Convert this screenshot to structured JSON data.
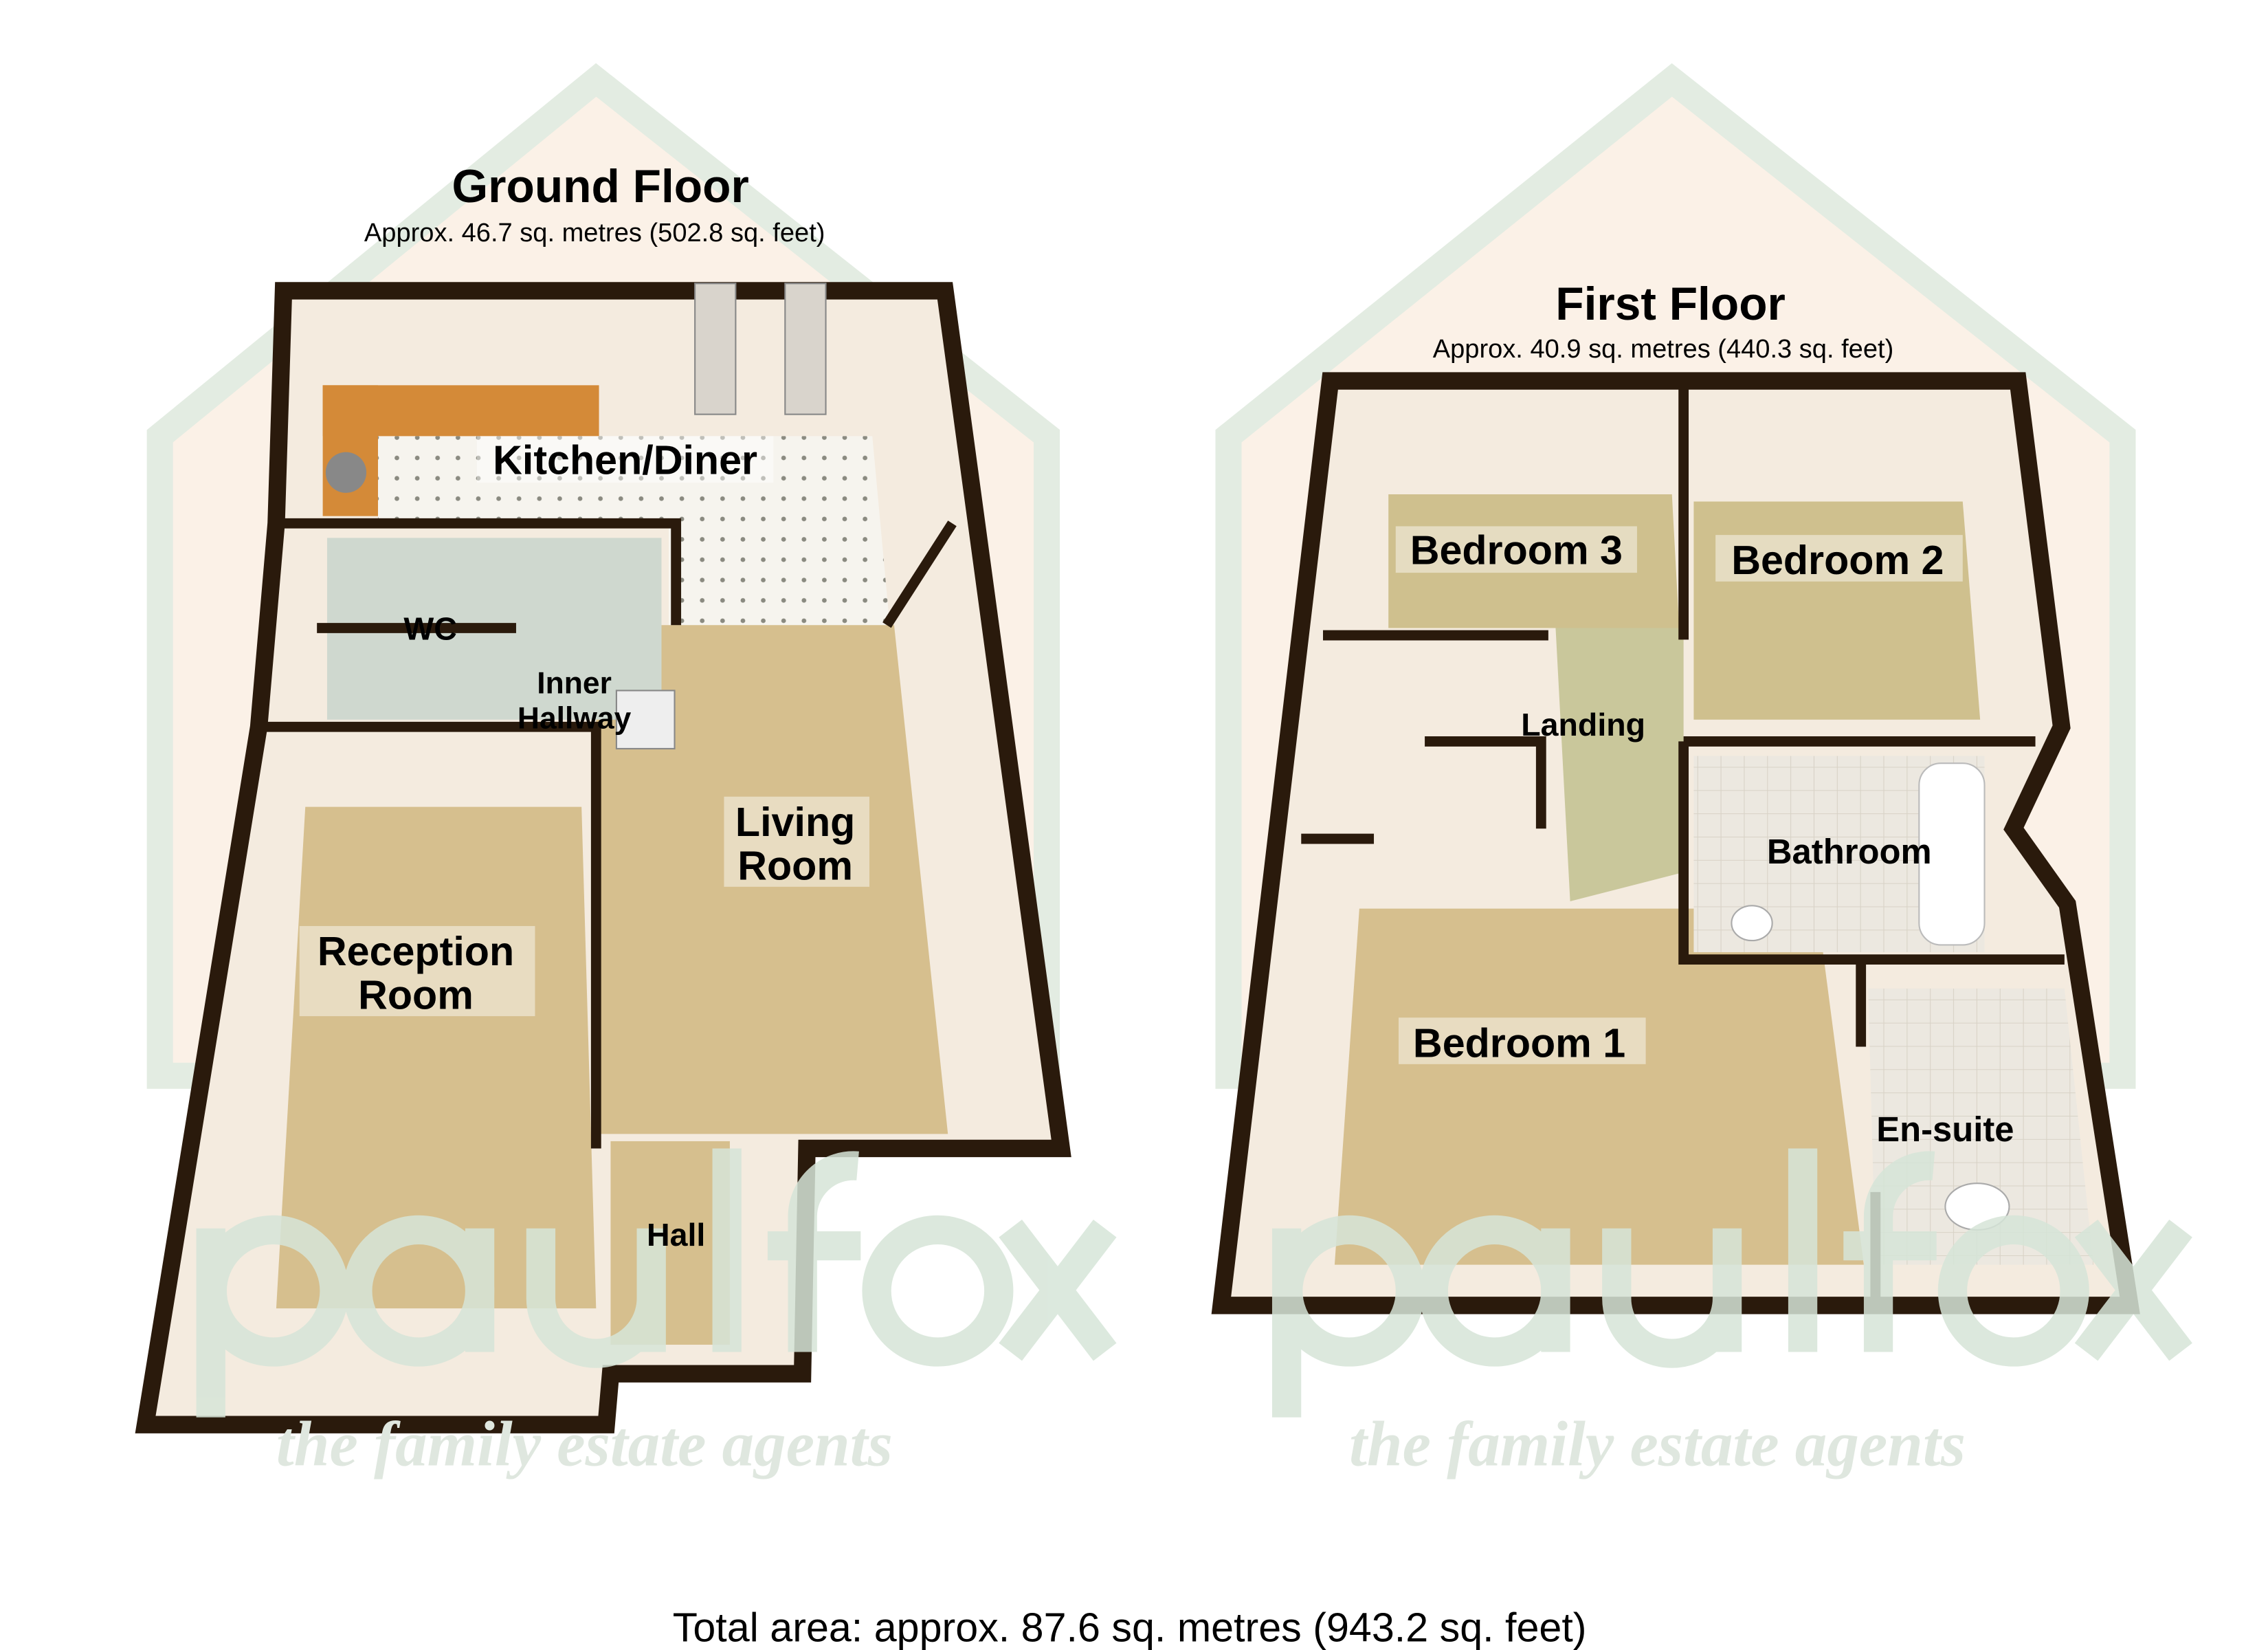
{
  "ground_floor": {
    "title": "Ground Floor",
    "area": "Approx. 46.7 sq. metres (502.8 sq. feet)",
    "rooms": {
      "kitchen": "Kitchen/Diner",
      "wc": "WC",
      "inner_hallway_1": "Inner",
      "inner_hallway_2": "Hallway",
      "living_1": "Living",
      "living_2": "Room",
      "reception_1": "Reception",
      "reception_2": "Room",
      "hall": "Hall"
    }
  },
  "first_floor": {
    "title": "First Floor",
    "area": "Approx. 40.9 sq. metres (440.3 sq. feet)",
    "rooms": {
      "bedroom3": "Bedroom 3",
      "bedroom2": "Bedroom 2",
      "landing": "Landing",
      "bathroom": "Bathroom",
      "bedroom1": "Bedroom 1",
      "ensuite": "En-suite"
    }
  },
  "total_area": "Total area: approx. 87.6 sq. metres (943.2 sq. feet)",
  "watermark": {
    "brand": "paulfox",
    "tagline": "the family estate agents"
  },
  "colors": {
    "wall": "#2a1a0c",
    "floor": "#d6bf8e",
    "inner_wall": "#f4ebdf",
    "watermark": "#d6e5d8"
  }
}
